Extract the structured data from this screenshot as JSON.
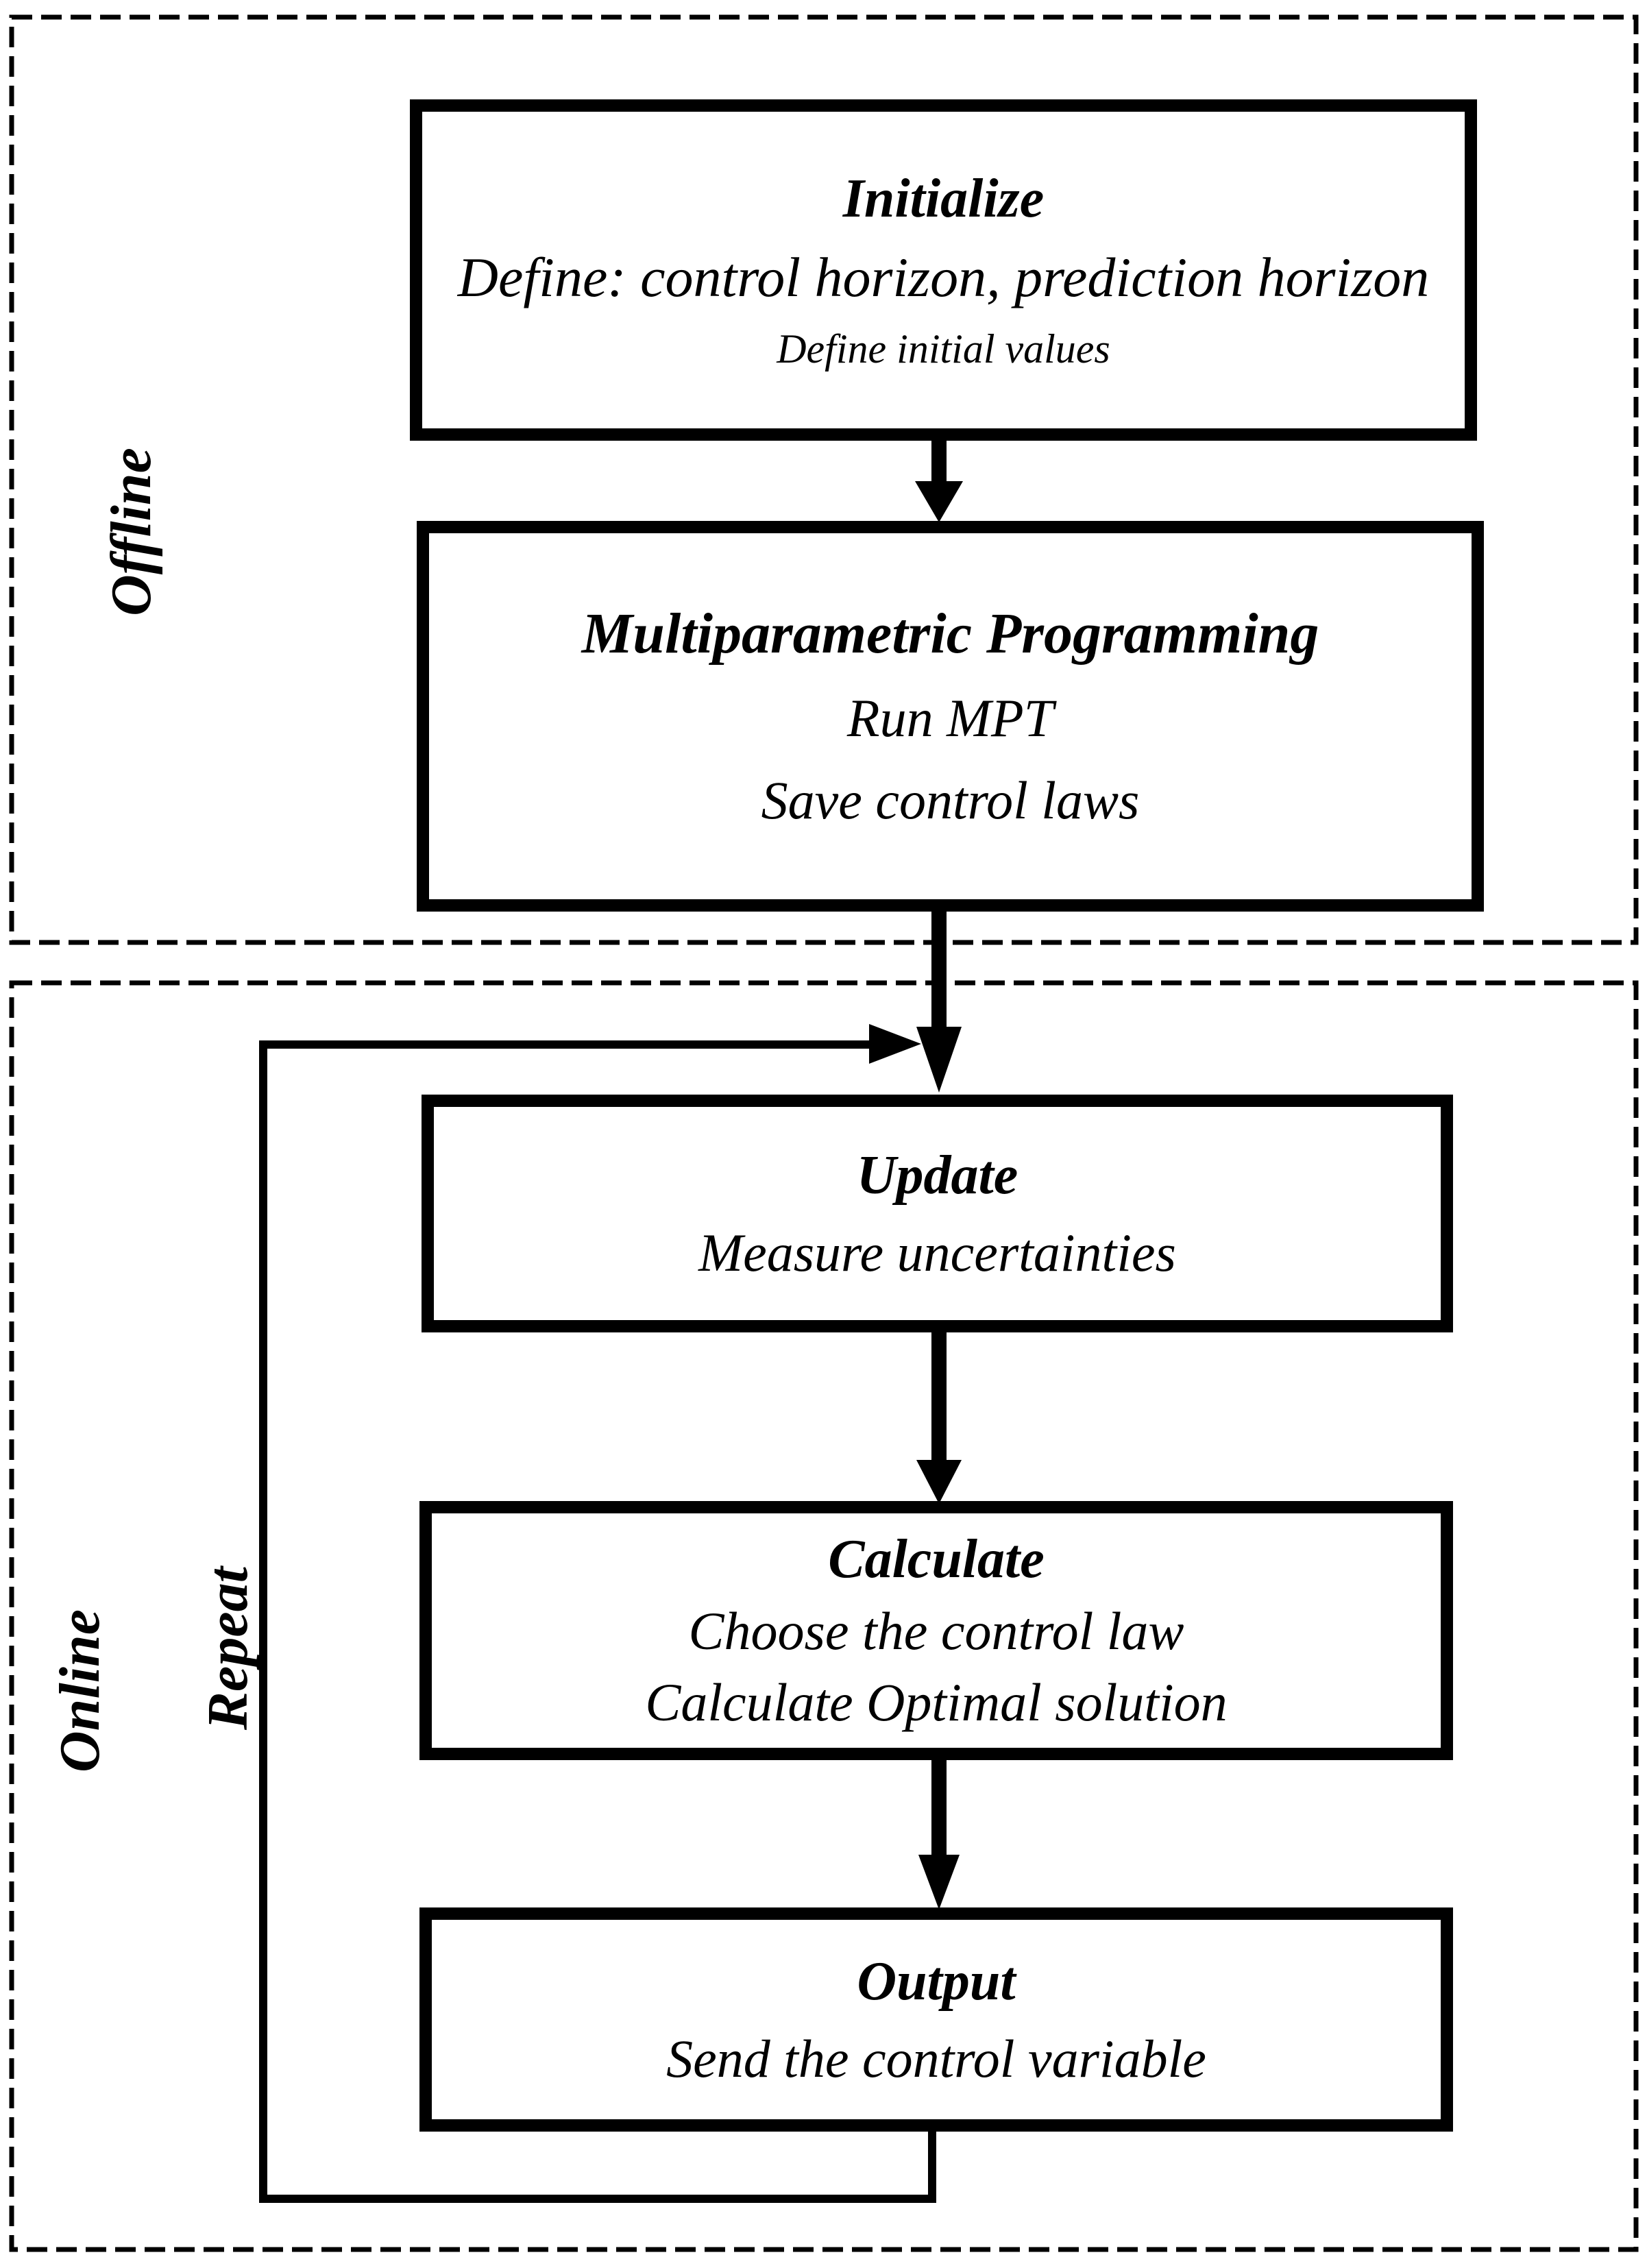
{
  "diagram": {
    "sections": {
      "offline_label": "Offline",
      "online_label": "Online",
      "repeat_label": "Repeat"
    },
    "boxes": [
      {
        "id": "initialize",
        "title": "Initialize",
        "lines": [
          "Define: control horizon, prediction horizon",
          "Define initial values"
        ]
      },
      {
        "id": "multiparametric-programming",
        "title": "Multiparametric Programming",
        "lines": [
          "Run MPT",
          "Save control laws"
        ]
      },
      {
        "id": "update",
        "title": "Update",
        "lines": [
          "Measure uncertainties"
        ]
      },
      {
        "id": "calculate",
        "title": "Calculate",
        "lines": [
          "Choose the control law",
          "Calculate Optimal solution"
        ]
      },
      {
        "id": "output",
        "title": "Output",
        "lines": [
          "Send the control variable"
        ]
      }
    ]
  },
  "colors": {
    "ink": "#000000",
    "paper": "#ffffff"
  }
}
